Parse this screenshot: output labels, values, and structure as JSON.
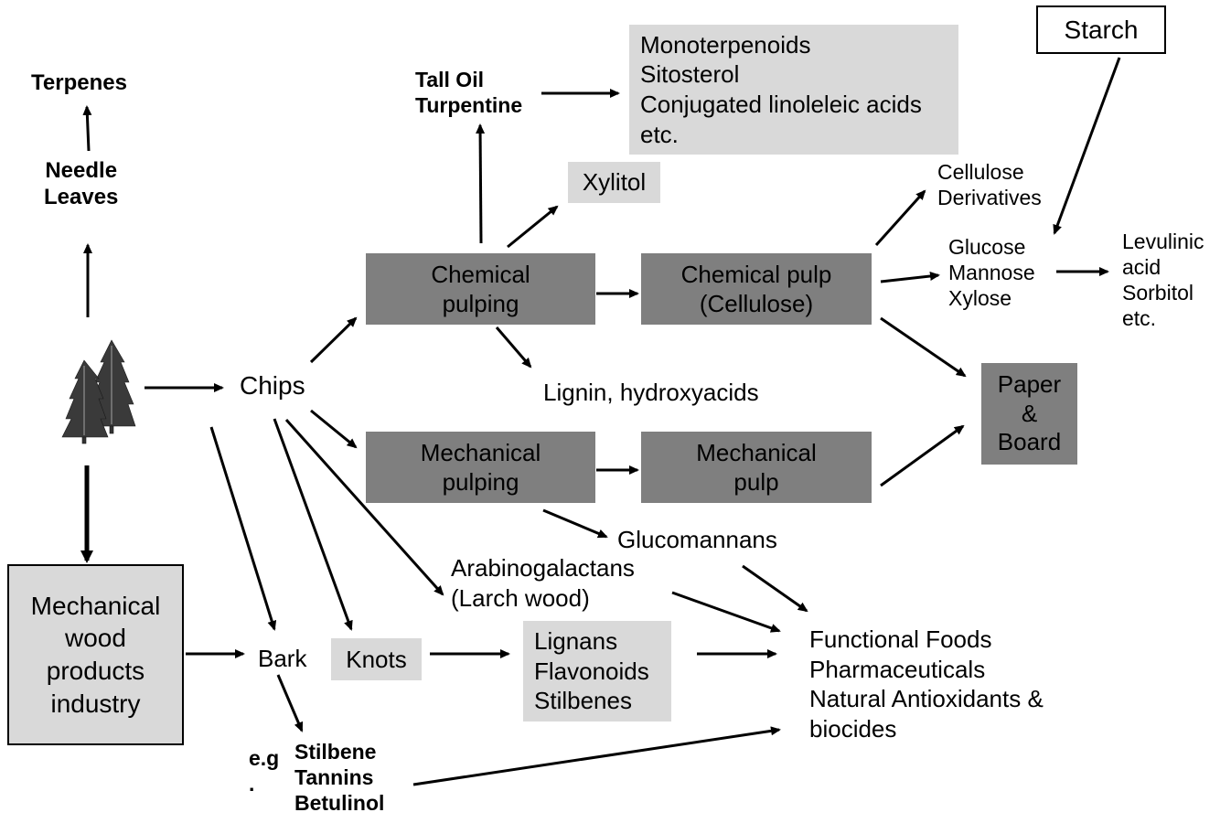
{
  "nodes": {
    "terpenes": "Terpenes",
    "needle_leaves": [
      "Needle",
      "Leaves"
    ],
    "chips": "Chips",
    "tall_oil": [
      "Tall Oil",
      "Turpentine"
    ],
    "mono_group": [
      "Monoterpenoids",
      "Sitosterol",
      "Conjugated linoleleic acids",
      "etc."
    ],
    "starch": "Starch",
    "xylitol": "Xylitol",
    "cellulose_derivatives": [
      "Cellulose",
      "Derivatives"
    ],
    "chemical_pulping": [
      "Chemical",
      "pulping"
    ],
    "chemical_pulp": [
      "Chemical pulp",
      "(Cellulose)"
    ],
    "sugars": [
      "Glucose",
      "Mannose",
      "Xylose"
    ],
    "levulinic": [
      "Levulinic",
      "acid",
      "Sorbitol",
      "etc."
    ],
    "lignin": "Lignin, hydroxyacids",
    "paper_board": [
      "Paper",
      "&",
      "Board"
    ],
    "mechanical_pulping": [
      "Mechanical",
      "pulping"
    ],
    "mechanical_pulp": [
      "Mechanical",
      "pulp"
    ],
    "glucomannans": "Glucomannans",
    "arabinogalactans": [
      "Arabinogalactans",
      "(Larch wood)"
    ],
    "mech_wood_industry": [
      "Mechanical",
      "wood",
      "products",
      "industry"
    ],
    "bark": "Bark",
    "knots": "Knots",
    "lignans_group": [
      "Lignans",
      "Flavonoids",
      "Stilbenes"
    ],
    "functional_foods": [
      "Functional Foods",
      "Pharmaceuticals",
      "Natural Antioxidants &",
      "biocides"
    ],
    "eg": [
      "e.g",
      "."
    ],
    "bark_products": [
      "Stilbene",
      "Tannins",
      "Betulinol"
    ]
  },
  "icons": {
    "trees": "conifer-trees-icon"
  },
  "colors": {
    "dark_box": "#7f7f7f",
    "light_box": "#d9d9d9",
    "arrow": "#000000"
  }
}
